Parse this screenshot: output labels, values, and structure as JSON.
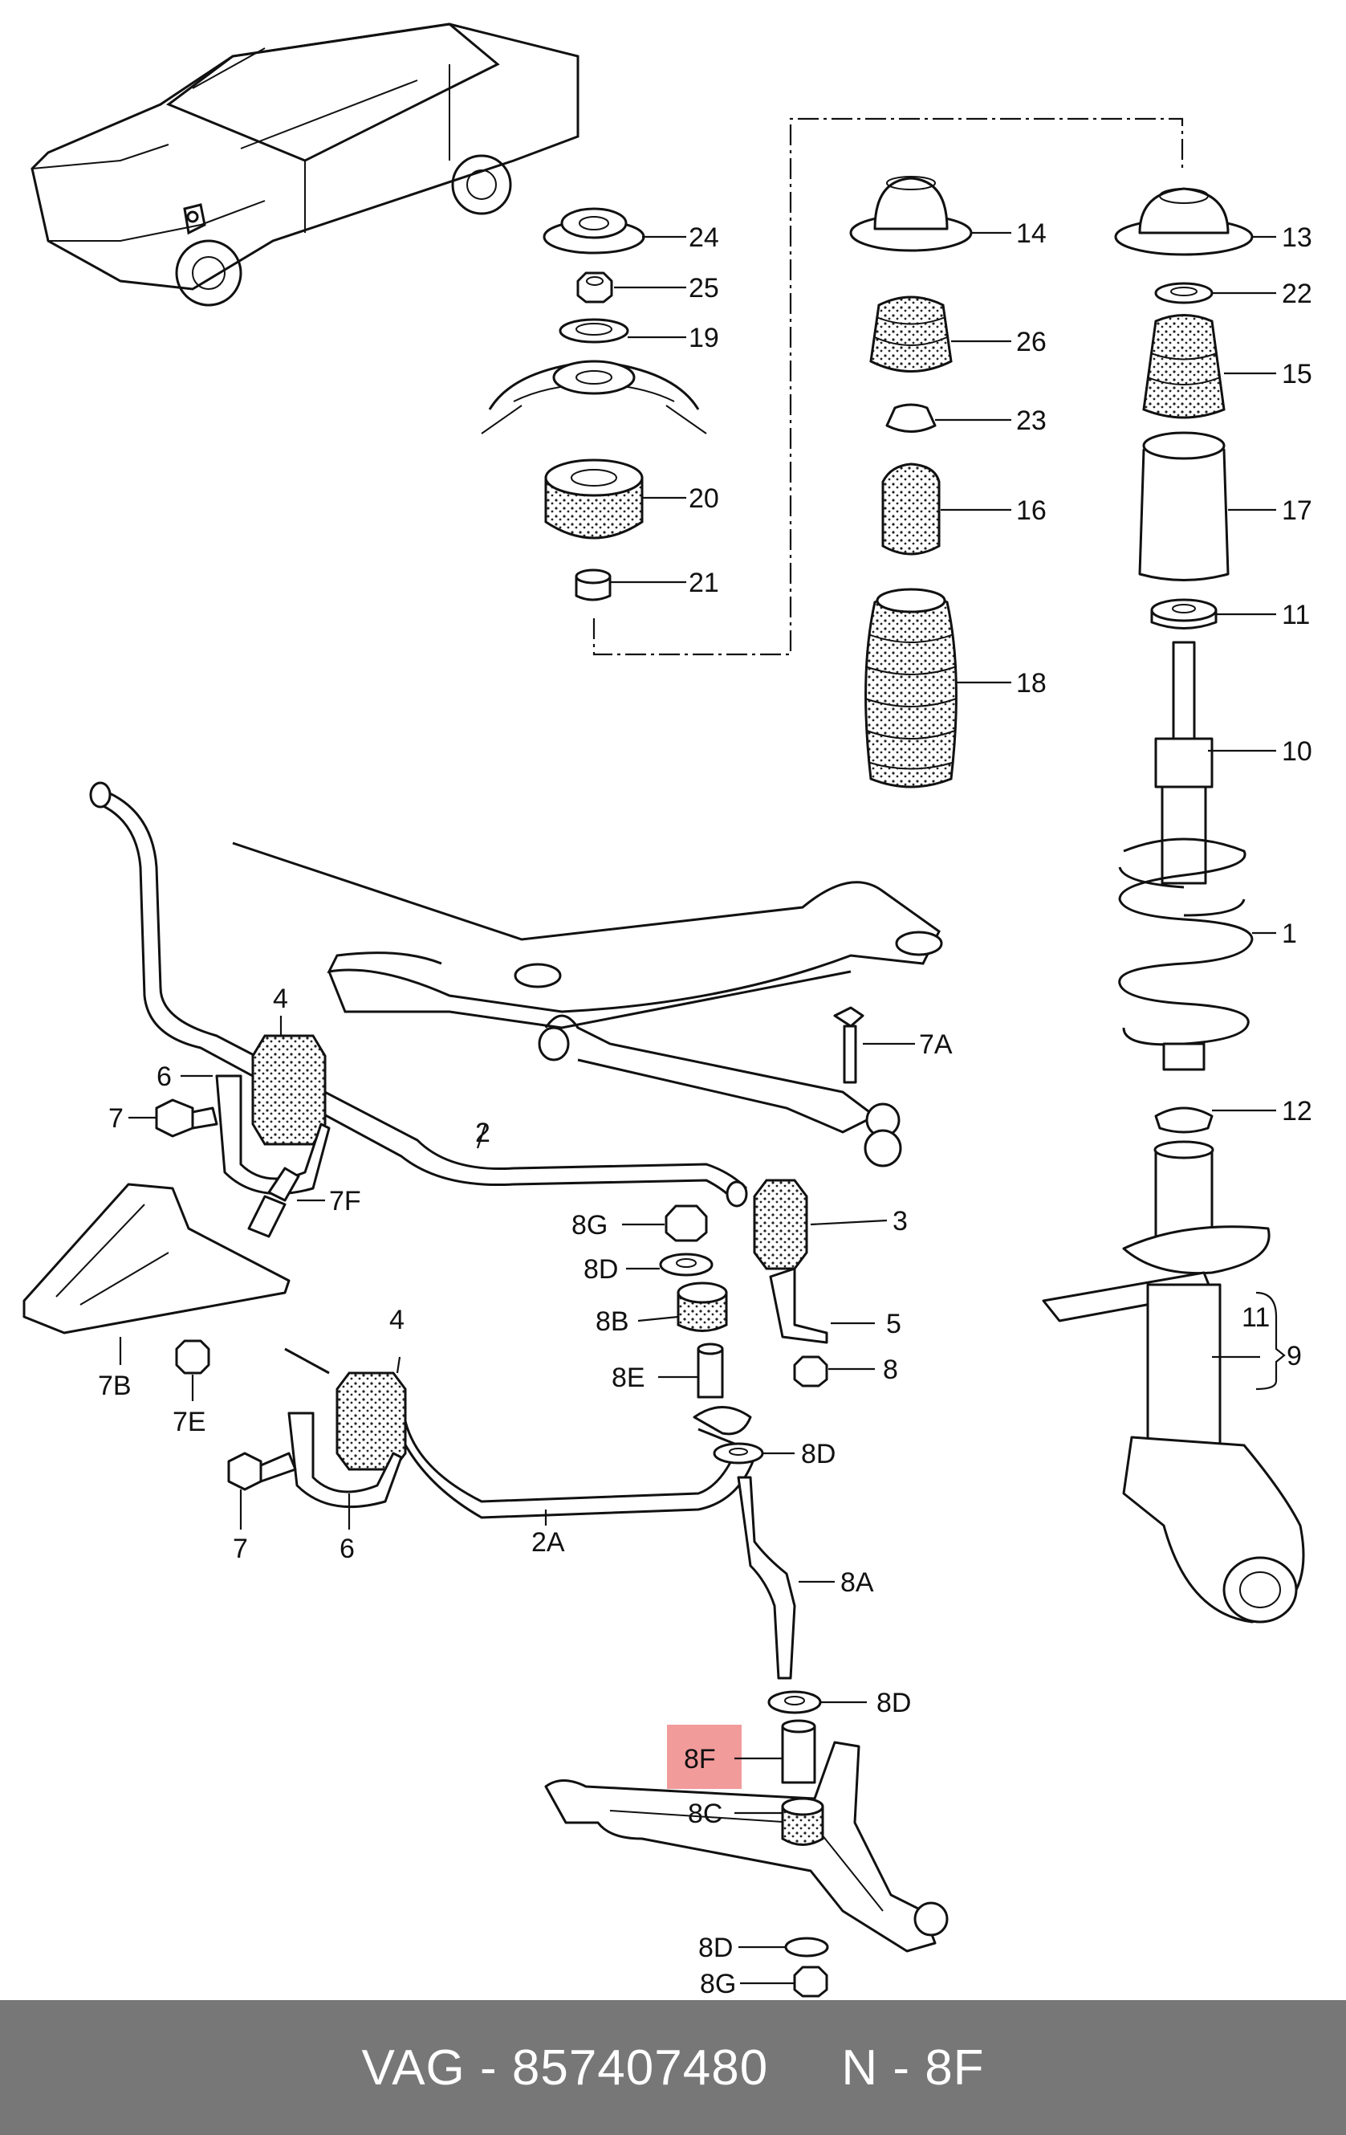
{
  "labels": {
    "p24": "24",
    "p25": "25",
    "p19": "19",
    "p20": "20",
    "p21": "21",
    "p14": "14",
    "p26": "26",
    "p23": "23",
    "p16": "16",
    "p18": "18",
    "p13": "13",
    "p22": "22",
    "p15": "15",
    "p17": "17",
    "p11": "11",
    "p10": "10",
    "p1": "1",
    "p12": "12",
    "p9": "9",
    "p11b": "11",
    "p4a": "4",
    "p6a": "6",
    "p7a": "7",
    "p7F": "7F",
    "p2": "2",
    "p7A": "7A",
    "p3": "3",
    "p8G": "8G",
    "p8Da": "8D",
    "p8B": "8B",
    "p5": "5",
    "p8": "8",
    "p8E": "8E",
    "p7B": "7B",
    "p7E": "7E",
    "p4b": "4",
    "p8Db": "8D",
    "p7b": "7",
    "p6b": "6",
    "p2A": "2A",
    "p8A": "8A",
    "p8Dc": "8D",
    "p8F": "8F",
    "p8C": "8C",
    "p8Dd": "8D",
    "p8Gb": "8G"
  },
  "footer": {
    "text": "VAG - 857407480     N - 8F"
  },
  "colors": {
    "highlight": "#f08a8a",
    "footer_bg": "#777777",
    "footer_text": "#ffffff",
    "line": "#111111"
  }
}
